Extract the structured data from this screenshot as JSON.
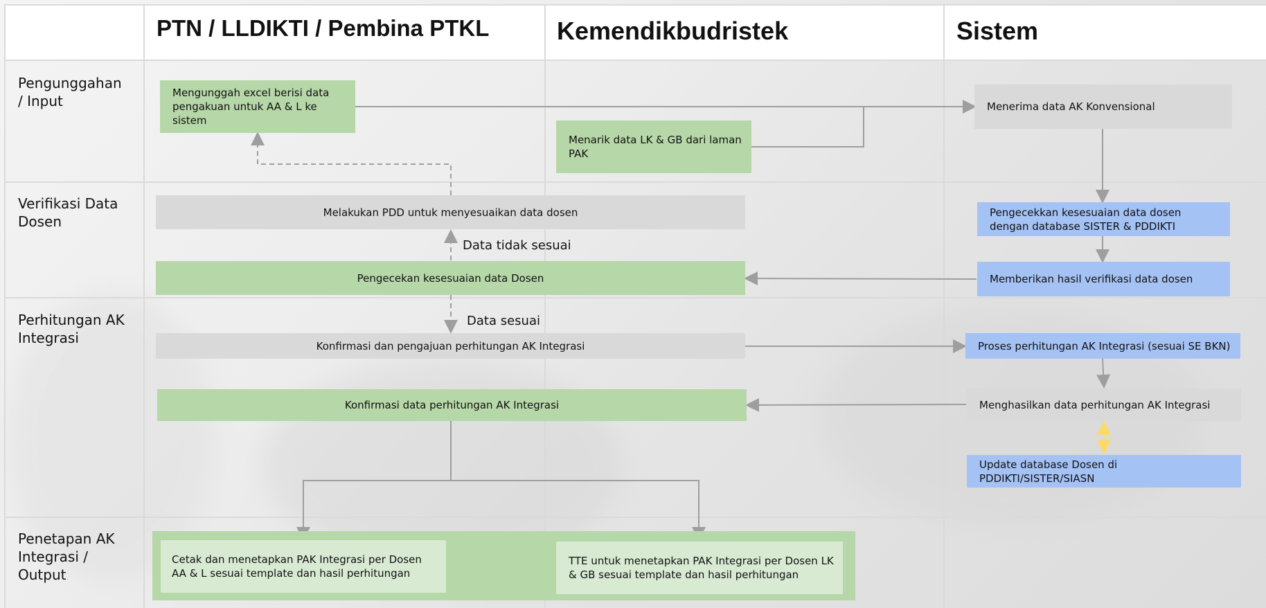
{
  "columns": {
    "ptn": "PTN / LLDIKTI / Pembina PTKL",
    "kemen": "Kemendikbudristek",
    "sistem": "Sistem"
  },
  "rows": {
    "input": "Pengunggahan\n/ Input",
    "verifikasi": "Verifikasi Data\nDosen",
    "perhitungan": "Perhitungan AK\nIntegrasi",
    "penetapan": "Penetapan AK\nIntegrasi /\nOutput"
  },
  "nodes": {
    "upload_excel": "Mengunggah excel berisi data pengakuan untuk AA & L ke sistem",
    "tarik_data": "Menarik data LK & GB dari laman PAK",
    "terima_data": "Menerima data AK Konvensional",
    "pdd": "Melakukan PDD untuk menyesuaikan data dosen",
    "cek_sistem": "Pengecekkan kesesuaian data dosen dengan database SISTER & PDDIKTI",
    "cek_dosen": "Pengecekan kesesuaian data Dosen",
    "hasil_verifikasi": "Memberikan hasil verifikasi data dosen",
    "konfirmasi_pengajuan": "Konfirmasi dan pengajuan perhitungan AK Integrasi",
    "proses_perhitungan": "Proses perhitungan AK Integrasi (sesuai SE BKN)",
    "konfirmasi_data": "Konfirmasi data perhitungan AK Integrasi",
    "hasil_data": "Menghasilkan data perhitungan AK Integrasi",
    "update_db": "Update database Dosen di PDDIKTI/SISTER/SIASN",
    "cetak": "Cetak dan menetapkan PAK Integrasi per Dosen AA & L sesuai template dan hasil perhitungan",
    "tte": "TTE untuk menetapkan PAK Integrasi per Dosen LK & GB sesuai template dan hasil perhitungan"
  },
  "edge_labels": {
    "tidak_sesuai": "Data tidak sesuai",
    "sesuai": "Data sesuai"
  },
  "colors": {
    "green": "#b6d7a8",
    "gray": "#d9d9d9",
    "blue": "#a4c2f4",
    "light_green": "#d9ead3",
    "arrow": "#9e9e9e",
    "arrow_yellow": "#ffd966"
  }
}
